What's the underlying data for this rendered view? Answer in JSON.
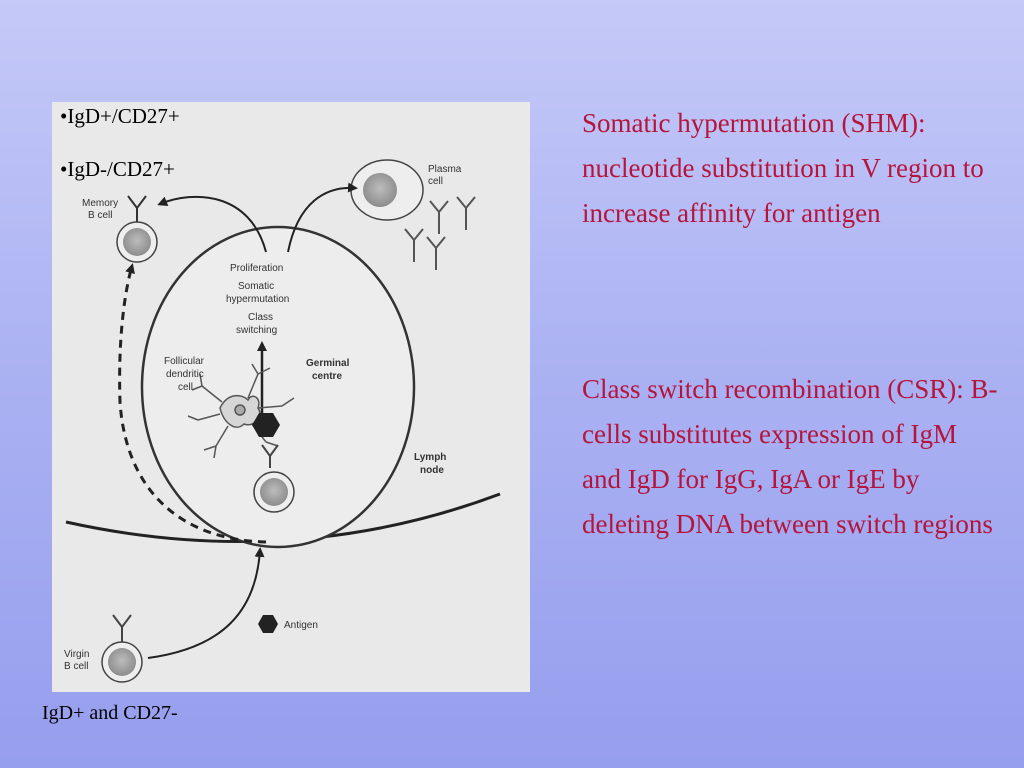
{
  "bullets": [
    "•IgD+/CD27+",
    "•IgD-/CD27+"
  ],
  "caption": "IgD+ and CD27-",
  "diagram_labels": {
    "memory": [
      "Memory",
      "B cell"
    ],
    "plasma": [
      "Plasma",
      "cell"
    ],
    "process": [
      "Proliferation",
      "Somatic",
      "hypermutation",
      "Class",
      "switching"
    ],
    "follicular": [
      "Follicular",
      "dendritic",
      "cell"
    ],
    "germinal": [
      "Germinal",
      "centre"
    ],
    "lymph": [
      "Lymph",
      "node"
    ],
    "virgin": [
      "Virgin",
      "B cell"
    ],
    "antigen": "Antigen"
  },
  "paragraphs": {
    "shm": "Somatic hypermutation (SHM): nucleotide substitution in V region to increase affinity for antigen",
    "csr": "Class switch recombination (CSR): B-cells substitutes expression of IgM and IgD for IgG, IgA or IgE by deleting DNA between switch regions"
  },
  "colors": {
    "text_accent": "#b5143c",
    "background_top": "#c5c9f8",
    "background_bottom": "#969eee"
  }
}
